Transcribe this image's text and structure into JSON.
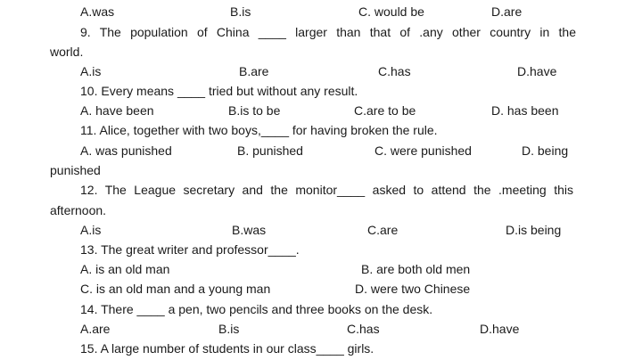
{
  "q8": {
    "options": [
      "A.was",
      "B.is",
      "C. would be",
      "D.are"
    ]
  },
  "q9": {
    "stem": "9. The population of China ____ larger than that of .any other country in the",
    "stem_cont": "world.",
    "options": [
      "A.is",
      "B.are",
      "C.has",
      "D.have"
    ]
  },
  "q10": {
    "stem": "10. Every means ____ tried but without any result.",
    "options": [
      "A. have been",
      "B.is to be",
      "C.are to be",
      "D. has been"
    ]
  },
  "q11": {
    "stem": "11. Alice, together with two boys,____ for having broken the rule.",
    "options": [
      "A. was punished",
      "B. punished",
      "C. were punished",
      "D. being"
    ],
    "option_cont": "punished"
  },
  "q12": {
    "stem": "12. The League secretary and the monitor____ asked to attend the .meeting this",
    "stem_cont": "afternoon.",
    "options": [
      "A.is",
      "B.was",
      "C.are",
      "D.is being"
    ]
  },
  "q13": {
    "stem": "13. The great writer and professor____.",
    "options": [
      "A. is an old man",
      "B. are both old men",
      "C. is an old man and a young man",
      "D. were two Chinese"
    ]
  },
  "q14": {
    "stem": "14. There ____ a pen, two pencils and three books on the desk.",
    "options": [
      "A.are",
      "B.is",
      "C.has",
      "D.have"
    ]
  },
  "q15": {
    "stem": "15. A large number of students in our class____ girls."
  }
}
